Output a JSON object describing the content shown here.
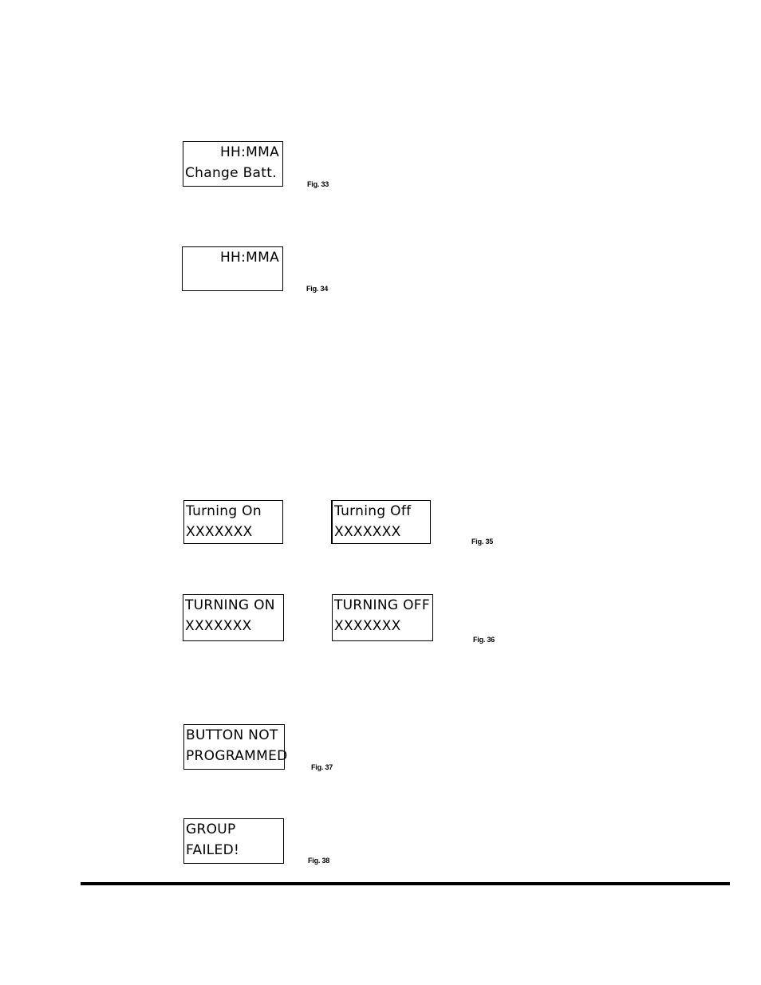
{
  "figures": {
    "fig33": {
      "line1": "HH:MMA",
      "line2": "Change Batt.",
      "caption": "Fig. 33"
    },
    "fig34": {
      "line1": "HH:MMA",
      "line2": "",
      "caption": "Fig. 34"
    },
    "fig35": {
      "left": {
        "line1": "Turning On",
        "line2": "XXXXXXX"
      },
      "right": {
        "line1": "Turning Off",
        "line2": "XXXXXXX"
      },
      "caption": "Fig. 35"
    },
    "fig36": {
      "left": {
        "line1": "TURNING ON",
        "line2": "XXXXXXX"
      },
      "right": {
        "line1": "TURNING OFF",
        "line2": "XXXXXXX"
      },
      "caption": "Fig. 36"
    },
    "fig37": {
      "line1": "BUTTON NOT",
      "line2": "PROGRAMMED",
      "caption": "Fig. 37"
    },
    "fig38": {
      "line1": "GROUP",
      "line2": "FAILED!",
      "caption": "Fig. 38"
    }
  }
}
